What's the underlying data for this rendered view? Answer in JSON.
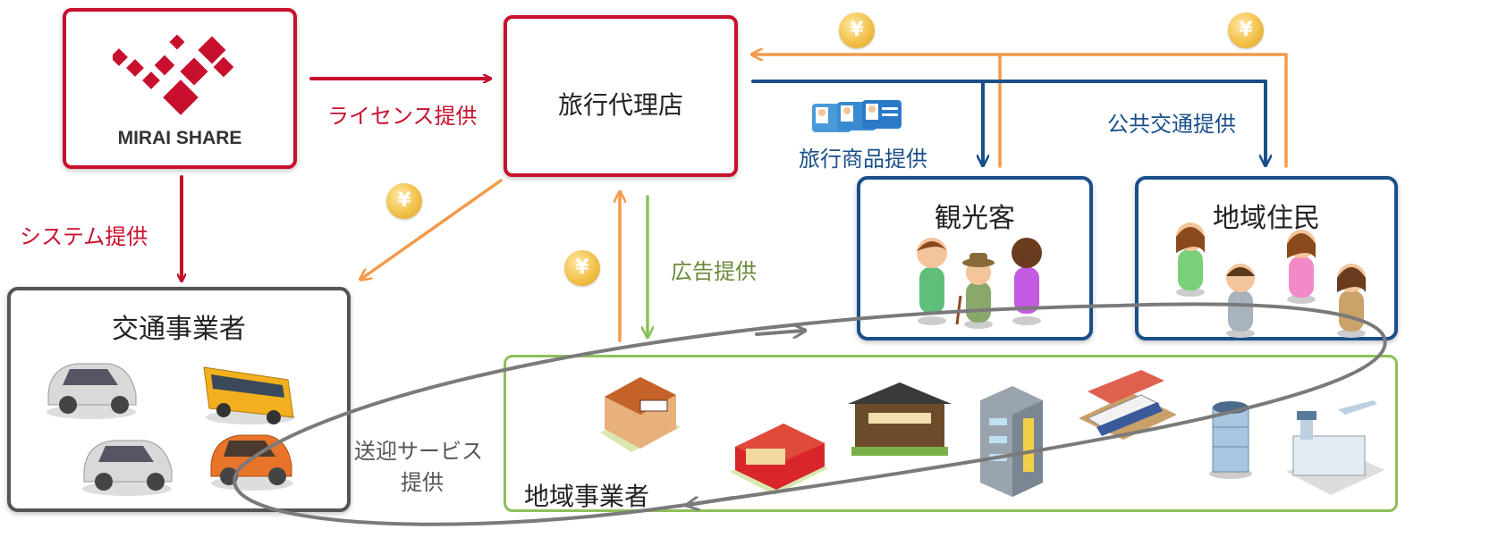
{
  "logo": {
    "brand": "MIRAI SHARE"
  },
  "nodes": {
    "travel_agency": "旅行代理店",
    "tourists": "観光客",
    "residents": "地域住民",
    "transport_operators": "交通事業者",
    "local_businesses": "地域事業者"
  },
  "labels": {
    "license": "ライセンス提供",
    "system": "システム提供",
    "travel_products": "旅行商品提供",
    "public_transport": "公共交通提供",
    "advertising": "広告提供",
    "shuttle_line1": "送迎サービス",
    "shuttle_line2": "提供"
  },
  "currency_symbol": "¥",
  "colors": {
    "license": "#c8102e",
    "money": "#f39a4a",
    "service": "#1a4f8a",
    "advertising": "#8dc05a",
    "shuttle": "#7a7a7a"
  },
  "icons": {
    "cars": [
      "car-icon",
      "car-icon",
      "car-icon"
    ],
    "bus": "bus-icon",
    "businesses": [
      "cafe-icon",
      "restaurant-icon",
      "haunted-house-icon",
      "building-icon",
      "train-station-icon",
      "tower-icon",
      "airport-icon"
    ],
    "people": [
      "person-icon",
      "elderly-person-icon",
      "person-icon"
    ]
  }
}
